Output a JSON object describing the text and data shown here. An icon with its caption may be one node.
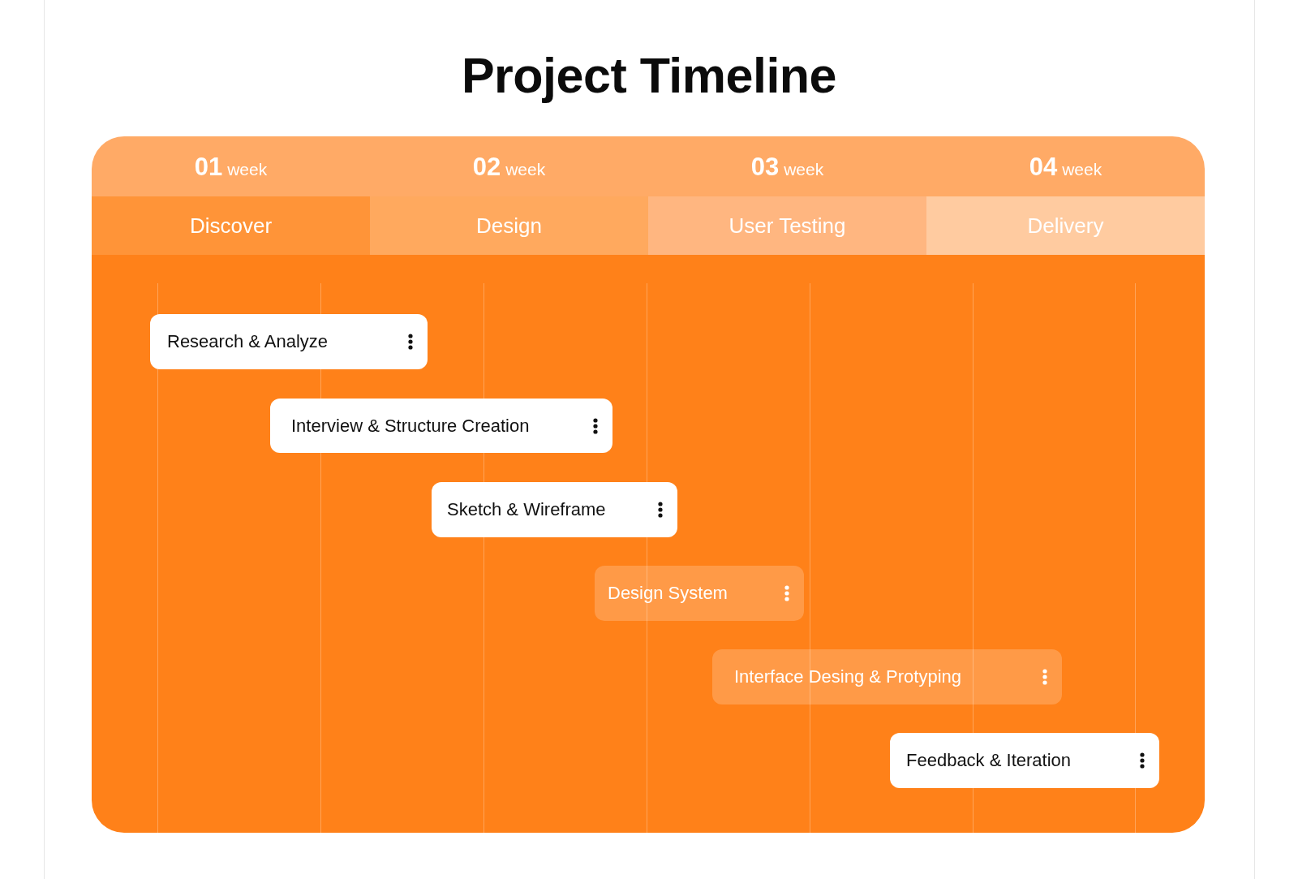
{
  "diagram": {
    "title": "Project Timeline",
    "nodes": [
      {
        "text": [
          "Discover"
        ],
        "beside": [
          "**01** week"
        ]
      },
      {
        "text": [
          "Design"
        ],
        "beside": [
          "**02** week"
        ]
      },
      {
        "text": [
          "User Testing"
        ],
        "beside": [
          "**03** week"
        ]
      },
      {
        "text": [
          "Delivery"
        ],
        "beside": [
          "**04** week"
        ]
      },
      {
        "text": [
          "Research & Analyze"
        ]
      },
      {
        "text": [
          "Interview & Structure Creation"
        ]
      },
      {
        "text": [
          "Sketch & Wireframe"
        ]
      },
      {
        "text": [
          "Design System"
        ]
      },
      {
        "text": [
          "Interface Desing & Protyping"
        ]
      },
      {
        "text": [
          "Feedback & Iteration"
        ]
      }
    ]
  }
}
